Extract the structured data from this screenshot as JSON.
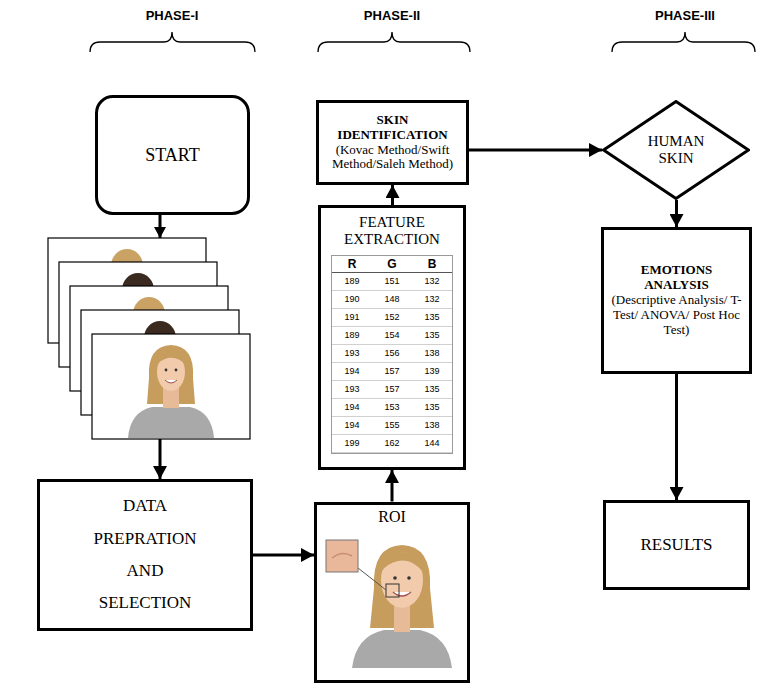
{
  "diagram": {
    "nodes": [
      {
        "text": [
          "START"
        ]
      },
      {
        "text": [
          "DATA PREPRATION AND SELECTION"
        ]
      },
      {
        "text": [
          "ROI"
        ]
      },
      {
        "text": [
          "FEATURE EXTRACTION"
        ]
      },
      {
        "text": [
          "SKIN IDENTIFICATION",
          "(Kovac Method/Swift Method/Saleh Method)"
        ]
      },
      {
        "text": [
          "HUMAN SKIN"
        ]
      },
      {
        "text": [
          "EMOTIONS ANALYSIS",
          "(Descriptive Analysis/ T-Test/ ANOVA/ Post Hoc Test)"
        ]
      },
      {
        "text": [
          "RESULTS"
        ]
      }
    ],
    "edges": [
      {
        "from": 0,
        "to": 1,
        "arrow": "to"
      },
      {
        "from": 1,
        "to": 2,
        "arrow": "to"
      },
      {
        "from": 2,
        "to": 3,
        "arrow": "to"
      },
      {
        "from": 3,
        "to": 4,
        "arrow": "to"
      },
      {
        "from": 4,
        "to": 5,
        "arrow": "to"
      },
      {
        "from": 5,
        "to": 6,
        "arrow": "to"
      },
      {
        "from": 6,
        "to": 7,
        "arrow": "to"
      }
    ],
    "labels": [
      "PHASE-I",
      "PHASE-II",
      "PHASE-III",
      "R",
      "G",
      "B",
      "189",
      "151",
      "132",
      "190",
      "148",
      "132",
      "191",
      "152",
      "135",
      "189",
      "154",
      "135",
      "193",
      "156",
      "138",
      "194",
      "157",
      "139",
      "193",
      "157",
      "135",
      "194",
      "153",
      "135",
      "194",
      "155",
      "138",
      "199",
      "162",
      "144"
    ]
  }
}
